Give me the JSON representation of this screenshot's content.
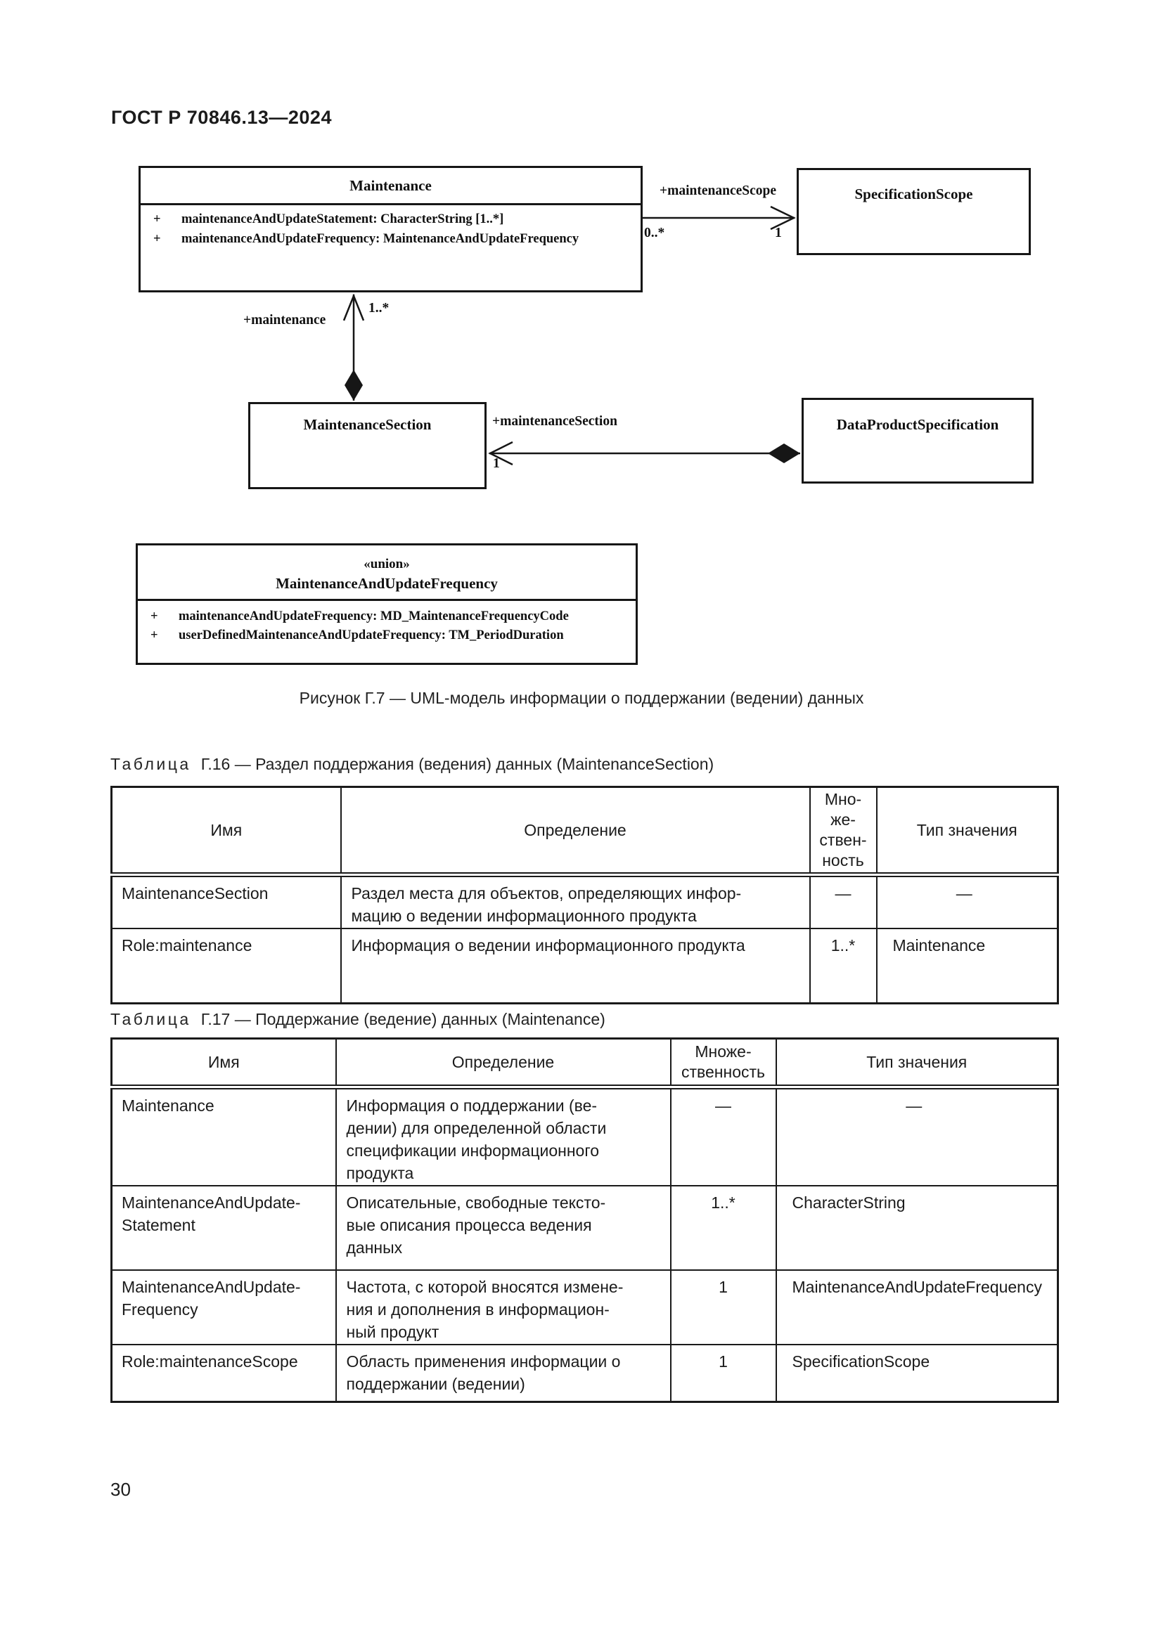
{
  "colors": {
    "ink": "#1b1b1b",
    "paper": "#ffffff"
  },
  "page": {
    "standard_number": "ГОСТ Р 70846.13—2024",
    "page_number": "30"
  },
  "diagram": {
    "maintenance": {
      "title": "Maintenance",
      "attributes": [
        {
          "vis": "+",
          "text": "maintenanceAndUpdateStatement: CharacterString [1..*]"
        },
        {
          "vis": "+",
          "text": "maintenanceAndUpdateFrequency: MaintenanceAndUpdateFrequency"
        }
      ]
    },
    "specification_scope": {
      "title": "SpecificationScope"
    },
    "maintenance_section": {
      "title": "MaintenanceSection"
    },
    "data_product_specification": {
      "title": "DataProductSpecification"
    },
    "union": {
      "stereotype": "«union»",
      "title": "MaintenanceAndUpdateFrequency",
      "attributes": [
        {
          "vis": "+",
          "text": "maintenanceAndUpdateFrequency: MD_MaintenanceFrequencyCode"
        },
        {
          "vis": "+",
          "text": "userDefinedMaintenanceAndUpdateFrequency: TM_PeriodDuration"
        }
      ]
    },
    "associations": {
      "maintenance_scope": {
        "role": "+maintenanceScope",
        "source_mult": "0..*",
        "target_mult": "1"
      },
      "maintenance": {
        "role": "+maintenance",
        "target_mult": "1..*"
      },
      "maintenance_section": {
        "role": "+maintenanceSection",
        "target_mult": "1"
      }
    }
  },
  "figure": {
    "caption": "Рисунок Г.7 — UML-модель информации о поддержании (ведении) данных"
  },
  "tables": {
    "g16": {
      "caption_word": "Таблица",
      "caption_rest": "Г.16 — Раздел поддержания (ведения) данных (MaintenanceSection)",
      "headers": [
        "Имя",
        "Определение",
        "Мно-\nже-\nствен-\nность",
        "Тип значения"
      ],
      "rows": [
        {
          "name": "MaintenanceSection",
          "definition": "Раздел места для объектов, определяющих инфор-\nмацию о ведении информационного продукта",
          "multiplicity": "—",
          "type": "—"
        },
        {
          "name": "Role:maintenance",
          "definition": "Информация о ведении информационного продукта",
          "multiplicity": "1..*",
          "type": "Maintenance"
        }
      ]
    },
    "g17": {
      "caption_word": "Таблица",
      "caption_rest": "Г.17 — Поддержание (ведение) данных (Maintenance)",
      "headers": [
        "Имя",
        "Определение",
        "Множе-\nственность",
        "Тип значения"
      ],
      "rows": [
        {
          "name": "Maintenance",
          "definition": "Информация о поддержании (ве-\nдении) для определенной области\nспецификации информационного\nпродукта",
          "multiplicity": "—",
          "type": "—"
        },
        {
          "name": "MaintenanceAndUpdate-\nStatement",
          "definition": "Описательные, свободные тексто-\nвые описания процесса ведения\nданных",
          "multiplicity": "1..*",
          "type": "CharacterString"
        },
        {
          "name": "MaintenanceAndUpdate-\nFrequency",
          "definition": "Частота, с которой вносятся измене-\nния и дополнения в информацион-\nный продукт",
          "multiplicity": "1",
          "type": "MaintenanceAndUpdateFrequency"
        },
        {
          "name": "Role:maintenanceScope",
          "definition": "Область применения информации о\nподдержании (ведении)",
          "multiplicity": "1",
          "type": "SpecificationScope"
        }
      ]
    }
  }
}
